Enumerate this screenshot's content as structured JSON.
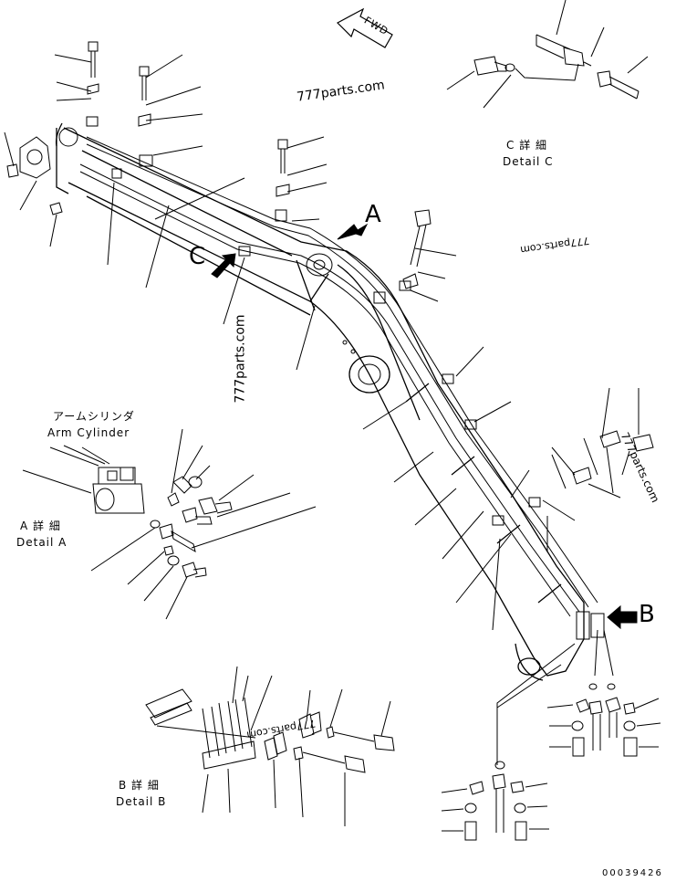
{
  "watermarks": [
    "777parts.com",
    "777parts.com",
    "777parts.com",
    "777parts.com",
    "777parts.com"
  ],
  "callouts": {
    "a": "A",
    "b": "B",
    "c": "C"
  },
  "fwd_label": "FWD",
  "arm_cylinder": {
    "jp": "アームシリンダ",
    "en": "Arm Cylinder"
  },
  "detail_a": {
    "jp": "A 詳 細",
    "en": "Detail A"
  },
  "detail_b": {
    "jp": "B 詳 細",
    "en": "Detail B"
  },
  "detail_c": {
    "jp": "C 詳 細",
    "en": "Detail C"
  },
  "drawing_number": "00039426"
}
